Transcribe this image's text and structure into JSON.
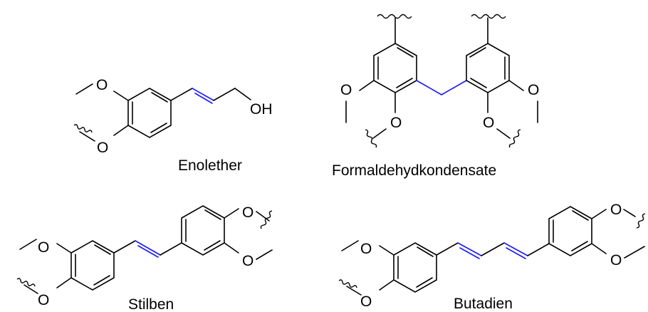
{
  "colors": {
    "bond": "#000000",
    "highlight": "#1a1aff",
    "background": "#ffffff"
  },
  "atom_labels": {
    "oxygen": "O",
    "hydroxyl": "OH"
  },
  "structures": [
    {
      "name": "Enolether"
    },
    {
      "name": "Formaldehydkondensate"
    },
    {
      "name": "Stilben"
    },
    {
      "name": "Butadien"
    }
  ]
}
